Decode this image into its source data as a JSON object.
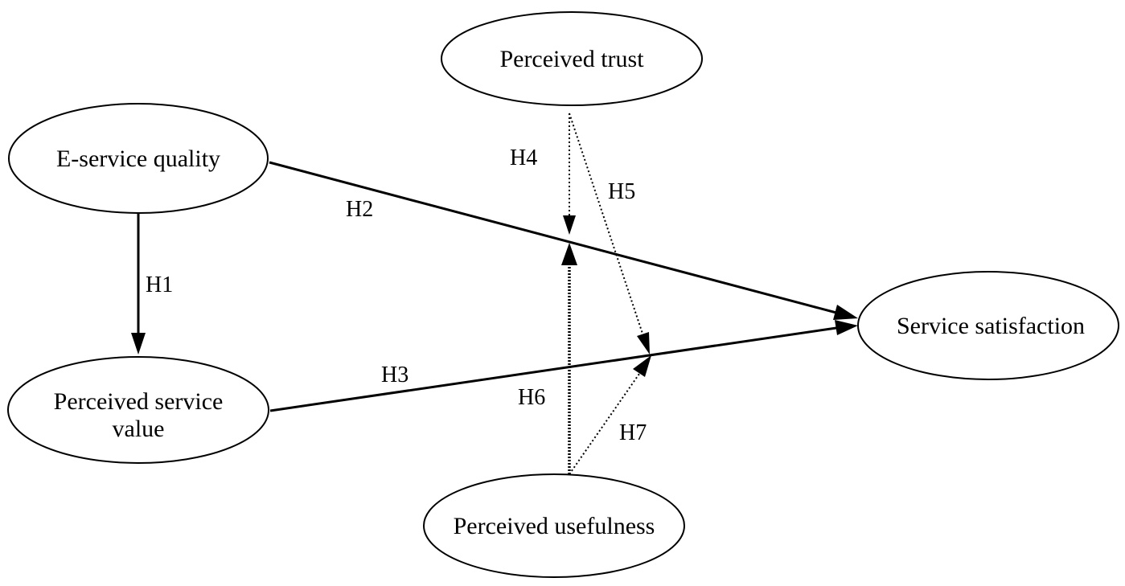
{
  "nodes": {
    "perceived_trust": "Perceived trust",
    "e_service_quality": "E-service quality",
    "perceived_service_value": [
      "Perceived service",
      "value"
    ],
    "service_satisfaction": "Service satisfaction",
    "perceived_usefulness": "Perceived usefulness"
  },
  "hypotheses": {
    "h1": "H1",
    "h2": "H2",
    "h3": "H3",
    "h4": "H4",
    "h5": "H5",
    "h6": "H6",
    "h7": "H7"
  },
  "relationships": [
    {
      "id": "H1",
      "from": "E-service quality",
      "to": "Perceived service value",
      "style": "solid"
    },
    {
      "id": "H2",
      "from": "E-service quality",
      "to": "Service satisfaction",
      "style": "solid"
    },
    {
      "id": "H3",
      "from": "Perceived service value",
      "to": "Service satisfaction",
      "style": "solid"
    },
    {
      "id": "H4",
      "from": "Perceived trust",
      "to": "H2 path",
      "style": "dotted"
    },
    {
      "id": "H5",
      "from": "Perceived trust",
      "to": "H3 path",
      "style": "dotted"
    },
    {
      "id": "H6",
      "from": "Perceived usefulness",
      "to": "H2 path",
      "style": "dotted"
    },
    {
      "id": "H7",
      "from": "Perceived usefulness",
      "to": "H3 path",
      "style": "dotted"
    }
  ]
}
